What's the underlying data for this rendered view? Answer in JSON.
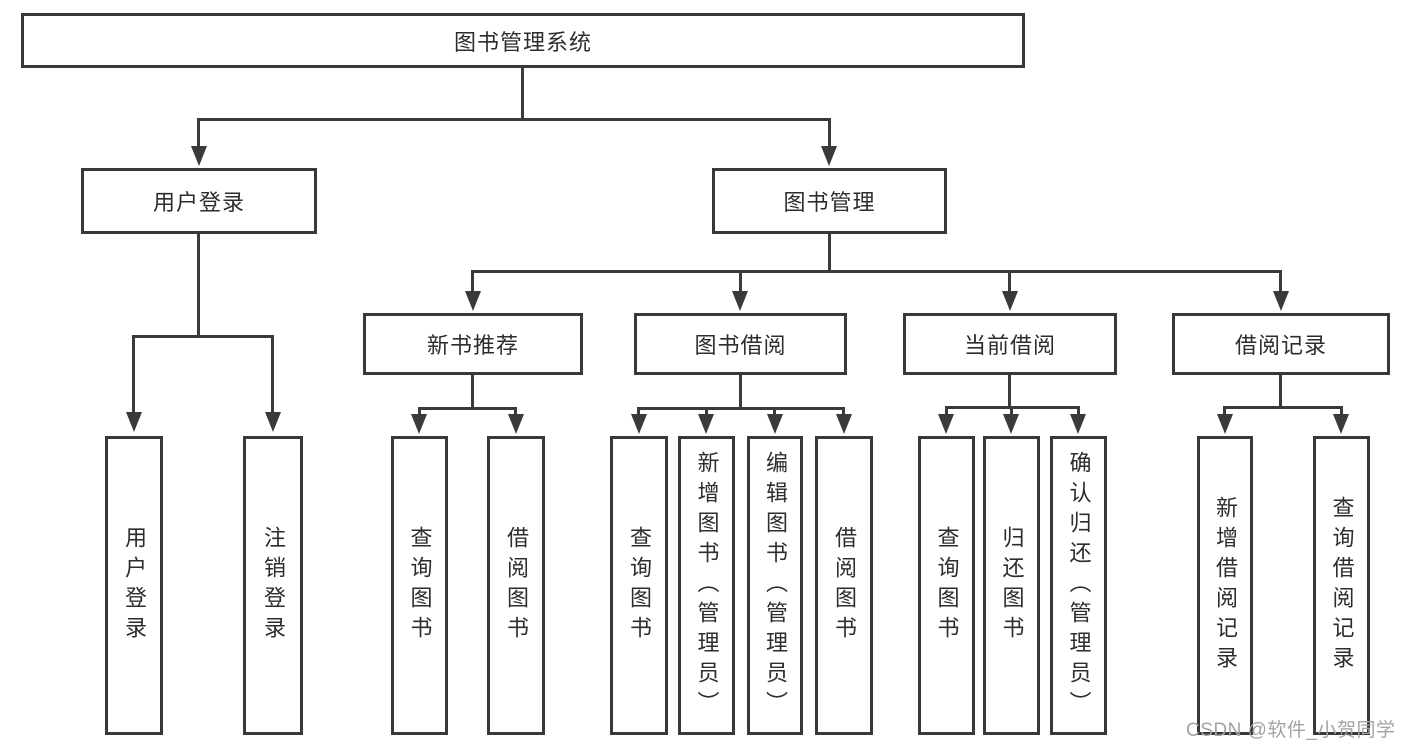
{
  "nodes": {
    "root": "图书管理系统",
    "user_login": "用户登录",
    "book_management": "图书管理",
    "new_book_recommend": "新书推荐",
    "book_borrow": "图书借阅",
    "current_borrow": "当前借阅",
    "borrow_records": "借阅记录",
    "leaf_user_login": "用户登录",
    "leaf_logout": "注销登录",
    "leaf_nb_query_books": "查询图书",
    "leaf_nb_borrow_books": "借阅图书",
    "leaf_bb_query_books": "查询图书",
    "leaf_bb_add_books_admin": "新增图书（管理员）",
    "leaf_bb_edit_books_admin": "编辑图书（管理员）",
    "leaf_bb_borrow_books": "借阅图书",
    "leaf_cb_query_books": "查询图书",
    "leaf_cb_return_books": "归还图书",
    "leaf_cb_confirm_return_admin": "确认归还（管理员）",
    "leaf_br_add_record": "新增借阅记录",
    "leaf_br_query_record": "查询借阅记录"
  },
  "hierarchy": {
    "图书管理系统": {
      "用户登录": [
        "用户登录",
        "注销登录"
      ],
      "图书管理": {
        "新书推荐": [
          "查询图书",
          "借阅图书"
        ],
        "图书借阅": [
          "查询图书",
          "新增图书（管理员）",
          "编辑图书（管理员）",
          "借阅图书"
        ],
        "当前借阅": [
          "查询图书",
          "归还图书",
          "确认归还（管理员）"
        ],
        "借阅记录": [
          "新增借阅记录",
          "查询借阅记录"
        ]
      }
    }
  },
  "watermark": "CSDN @软件_小贺同学",
  "colors": {
    "line": "#3a3a3a",
    "box_border": "#383838",
    "text": "#2d2d2d",
    "background": "#ffffff",
    "watermark": "#a3a3a3"
  }
}
